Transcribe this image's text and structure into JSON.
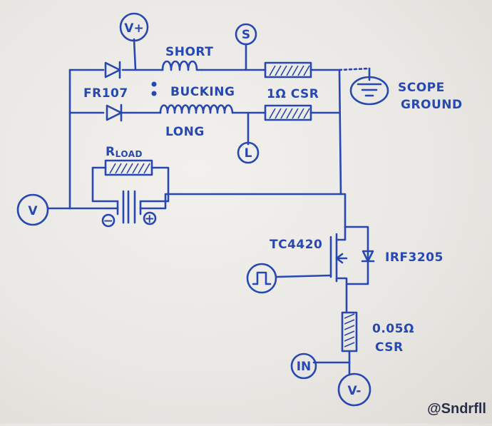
{
  "labels": {
    "v_plus": "V+",
    "s": "S",
    "l": "L",
    "v": "V",
    "in": "IN",
    "v_minus": "V-",
    "short": "SHORT",
    "bucking": "BUCKING",
    "long": "LONG",
    "fr107": "FR107",
    "csr_1ohm": "1Ω CSR",
    "scope_ground_1": "SCOPE",
    "scope_ground_2": "GROUND",
    "rload": "R",
    "rload_sub": "LOAD",
    "minus": "−",
    "plus": "+",
    "tc4420": "TC4420",
    "irf3205": "IRF3205",
    "csr_small_1": "0.05Ω",
    "csr_small_2": "CSR"
  },
  "watermark": "@Sndrfll",
  "colors": {
    "ink": "#2747b3",
    "paper": "#ebe9e5"
  }
}
